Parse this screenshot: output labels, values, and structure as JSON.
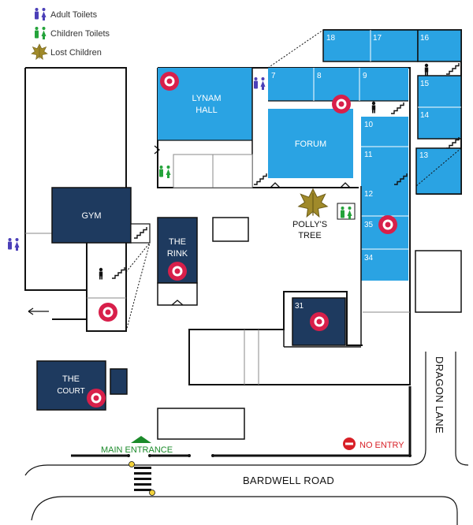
{
  "legend": {
    "adult_toilets": "Adult Toilets",
    "children_toilets": "Children Toilets",
    "lost_children": "Lost Children"
  },
  "buildings": {
    "lynam_hall_line1": "LYNAM",
    "lynam_hall_line2": "HALL",
    "forum": "FORUM",
    "gym": "GYM",
    "rink_line1": "THE",
    "rink_line2": "RINK",
    "court_line1": "THE",
    "court_line2": "COURT",
    "pollys_tree_line1": "POLLY'S",
    "pollys_tree_line2": "TREE"
  },
  "rooms": {
    "r7": "7",
    "r8": "8",
    "r9": "9",
    "r10": "10",
    "r11": "11",
    "r12": "12",
    "r13": "13",
    "r14": "14",
    "r15": "15",
    "r16": "16",
    "r17": "17",
    "r18": "18",
    "r31": "31",
    "r34": "34",
    "r35": "35"
  },
  "streets": {
    "dragon_lane": "DRAGON LANE",
    "bardwell_road": "BARDWELL ROAD"
  },
  "entrances": {
    "main_entrance": "MAIN ENTRANCE",
    "no_entry": "NO ENTRY"
  },
  "colors": {
    "light_blue": "#2aa3e3",
    "navy": "#1e3a5f",
    "toilet_adult": "#4b3fb8",
    "toilet_child": "#24a33a",
    "marker_red": "#d81f4a",
    "green": "#1b8a2a",
    "red": "#d81f26"
  },
  "icons": {
    "adult_toilets": "adult-toilets-icon",
    "children_toilets": "children-toilets-icon",
    "lost_children": "lost-children-leaf-icon",
    "stairs": "stairs-icon",
    "person": "person-icon",
    "marker": "lost-children-marker-icon",
    "no_entry": "no-entry-icon",
    "arrow": "exit-arrow-icon"
  }
}
